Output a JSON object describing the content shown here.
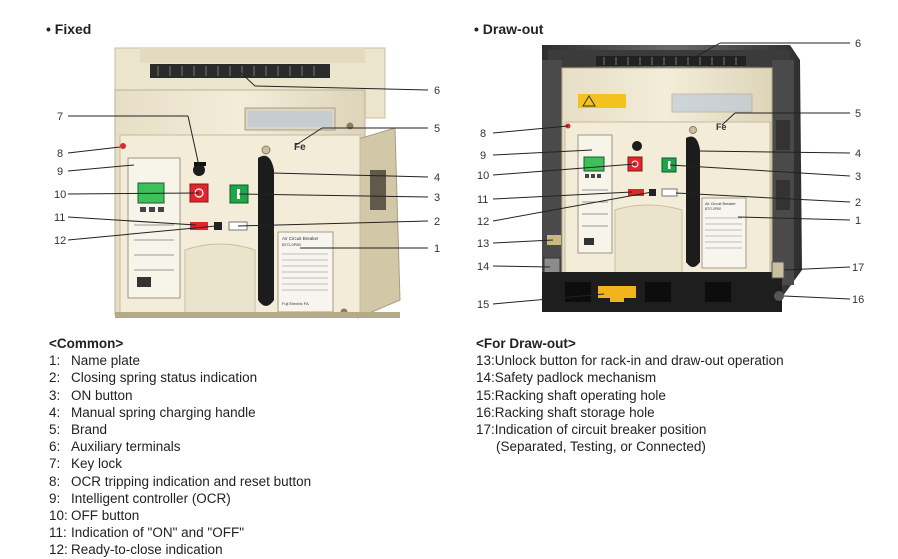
{
  "headings": {
    "fixed": "• Fixed",
    "drawout": "• Draw-out"
  },
  "common": {
    "title": "<Common>",
    "items": [
      {
        "num": "1:",
        "text": "Name plate"
      },
      {
        "num": "2:",
        "text": "Closing spring status indication"
      },
      {
        "num": "3:",
        "text": "ON button"
      },
      {
        "num": "4:",
        "text": "Manual spring charging handle"
      },
      {
        "num": "5:",
        "text": "Brand"
      },
      {
        "num": "6:",
        "text": "Auxiliary terminals"
      },
      {
        "num": "7:",
        "text": "Key lock"
      },
      {
        "num": "8:",
        "text": "OCR tripping indication and reset button"
      },
      {
        "num": "9:",
        "text": "Intelligent controller (OCR)"
      },
      {
        "num": "10:",
        "text": "OFF button"
      },
      {
        "num": "11:",
        "text": "Indication of \"ON\" and \"OFF\""
      },
      {
        "num": "12:",
        "text": "Ready-to-close indication"
      }
    ]
  },
  "drawout_list": {
    "title": "<For Draw-out>",
    "items": [
      {
        "num": "13:",
        "text": "Unlock button for rack-in and draw-out operation"
      },
      {
        "num": "14:",
        "text": "Safety padlock mechanism"
      },
      {
        "num": "15:",
        "text": "Racking shaft operating hole"
      },
      {
        "num": "16:",
        "text": "Racking shaft storage hole"
      },
      {
        "num": "17:",
        "text": "Indication of circuit breaker position"
      },
      {
        "num": "",
        "text": "(Separated, Testing, or Connected)"
      }
    ]
  },
  "callouts_fixed": [
    "7",
    "8",
    "9",
    "10",
    "11",
    "12",
    "6",
    "5",
    "4",
    "3",
    "2",
    "1"
  ],
  "callouts_drawout": [
    "8",
    "9",
    "10",
    "11",
    "12",
    "13",
    "14",
    "15",
    "6",
    "5",
    "4",
    "3",
    "2",
    "1",
    "17",
    "16"
  ],
  "panel_text": {
    "brand": "Fe",
    "nameplate_title": "Air Circuit Breaker",
    "nameplate_sub": "BTO-0P80",
    "maker": "Fuji Electric FA"
  },
  "colors": {
    "body": "#efe8d2",
    "body_shade": "#d9d0b6",
    "off_button": "#e0262d",
    "on_button": "#1fa64a",
    "display": "#3cc05a",
    "handle": "#1c1c1c",
    "frame": "#3e3e3e"
  }
}
